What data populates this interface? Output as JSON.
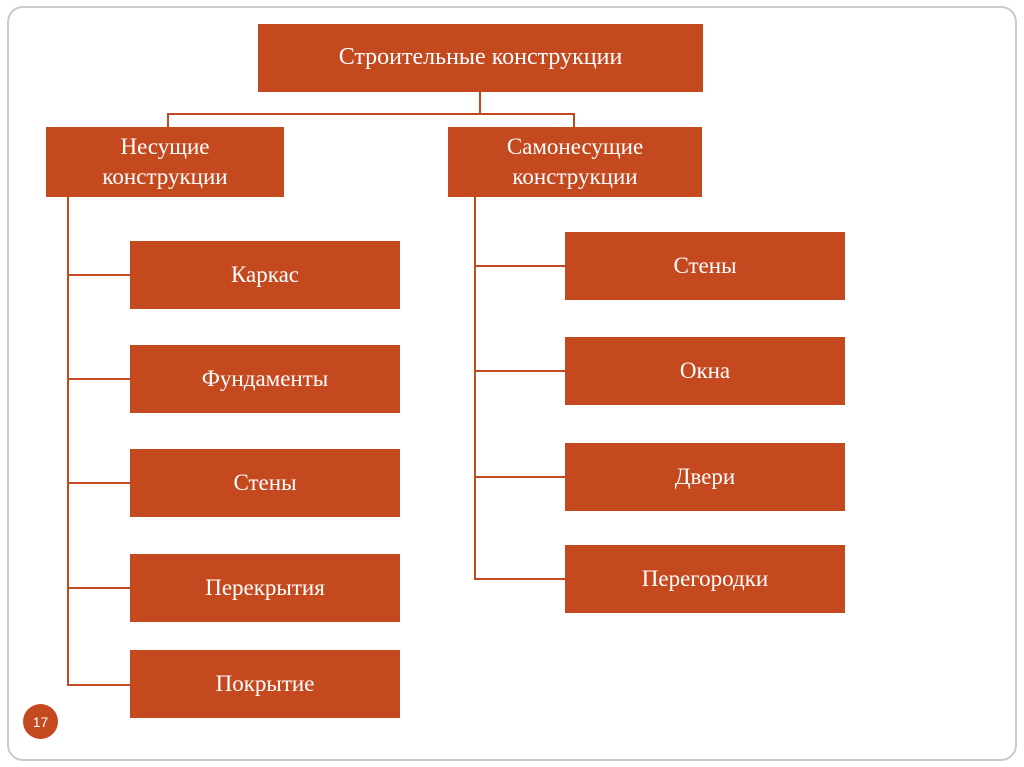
{
  "colors": {
    "accent": "#C5491F",
    "frame_border": "#C9CACB",
    "node_text": "#FFFFFF",
    "background": "#FFFFFF"
  },
  "page": {
    "number": "17"
  },
  "chart_data": {
    "type": "table",
    "title": "Строительные конструкции",
    "hierarchy": {
      "root": "Строительные конструкции",
      "branches": [
        {
          "label": "Несущие конструкции",
          "children": [
            "Каркас",
            "Фундаменты",
            "Стены",
            "Перекрытия",
            "Покрытие"
          ]
        },
        {
          "label": "Самонесущие конструкции",
          "children": [
            "Стены",
            "Окна",
            "Двери",
            "Перегородки"
          ]
        }
      ]
    }
  },
  "diagram": {
    "root": {
      "label": "Строительные конструкции"
    },
    "branches": [
      {
        "label": "Несущие конструкции",
        "children": [
          "Каркас",
          "Фундаменты",
          "Стены",
          "Перекрытия",
          "Покрытие"
        ]
      },
      {
        "label": "Самонесущие конструкции",
        "children": [
          "Стены",
          "Окна",
          "Двери",
          "Перегородки"
        ]
      }
    ]
  }
}
